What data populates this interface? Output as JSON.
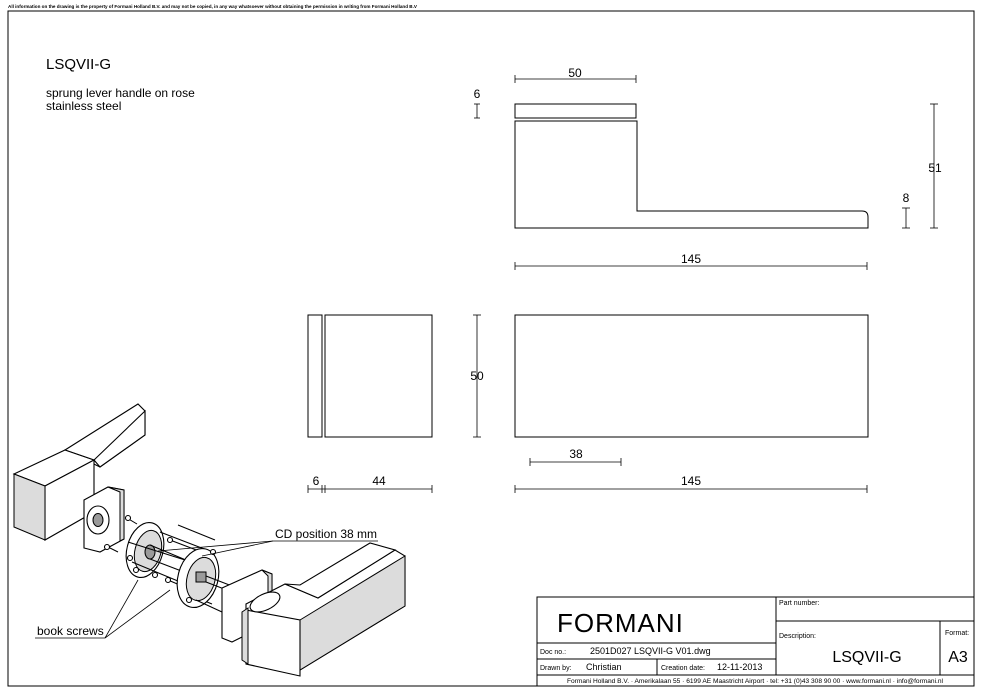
{
  "disclaimer": "All information on the drawing is the property of Formani Holland B.V. and may not be copied, in any way whatsoever without obtaining the permission in writing from Formani Holland B.V",
  "product": {
    "code": "LSQVII-G",
    "description_line1": "sprung lever handle on rose",
    "description_line2": "stainless steel"
  },
  "dimensions": {
    "top_width": "50",
    "rose_thickness": "6",
    "total_height": "51",
    "lever_thickness": "8",
    "top_length": "145",
    "side_height": "50",
    "side_rose": "6",
    "side_depth": "44",
    "bottom_length": "145",
    "bottom_offset": "38"
  },
  "callouts": {
    "cd_position": "CD position 38 mm",
    "book_screws": "book screws"
  },
  "title_block": {
    "logo": "FORMANI",
    "part_number_label": "Part number:",
    "part_number_value": "",
    "description_label": "Description:",
    "description_value": "LSQVII-G",
    "format_label": "Format:",
    "format_value": "A3",
    "doc_no_label": "Doc no.:",
    "doc_no_value": "2501D027 LSQVII-G V01.dwg",
    "drawn_by_label": "Drawn by:",
    "drawn_by_value": "Christian",
    "creation_date_label": "Creation date:",
    "creation_date_value": "12-11-2013",
    "footer": "Formani Holland B.V. · Amerikalaan 55 · 6199 AE Maastricht Airport · tel: +31 (0)43 308 90 00 · www.formani.nl · info@formani.nl"
  }
}
